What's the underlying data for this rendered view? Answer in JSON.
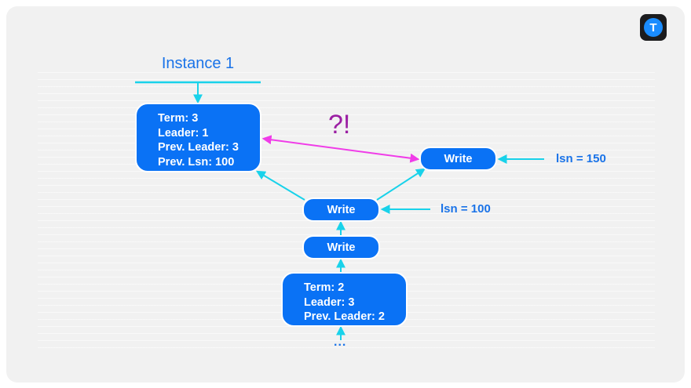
{
  "instance_title": "Instance 1",
  "top_box": {
    "lines": [
      "Term: 3",
      "Leader: 1",
      "Prev. Leader: 3",
      "Prev. Lsn: 100"
    ]
  },
  "bottom_box": {
    "lines": [
      "Term: 2",
      "Leader: 3",
      "Prev. Leader: 2"
    ]
  },
  "write_right": "Write",
  "write_middle": "Write",
  "write_lower": "Write",
  "lsn_150": "lsn = 150",
  "lsn_100": "lsn = 100",
  "conflict_mark": "?!",
  "ellipsis": "...",
  "logo_letter": "T",
  "colors": {
    "box": "#0a72f5",
    "arrow": "#19d2ea",
    "conflict": "#f03ce8",
    "text_blue": "#1a73e8",
    "qmark": "#9b1fa3"
  }
}
